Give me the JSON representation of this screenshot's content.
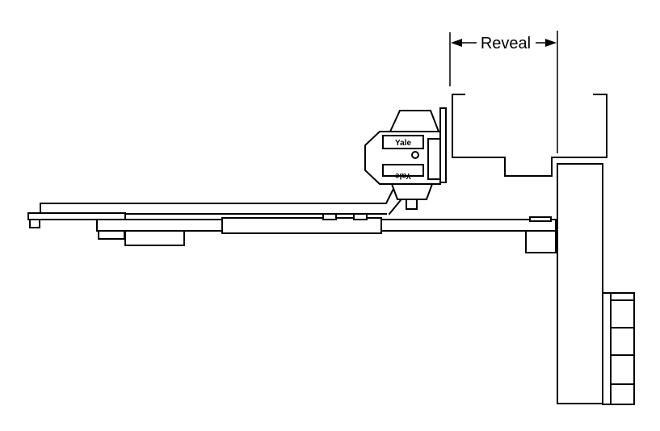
{
  "diagram": {
    "dimension_label": "Reveal",
    "brand_label": "Yale",
    "brand_label_inverted": "Yale"
  }
}
